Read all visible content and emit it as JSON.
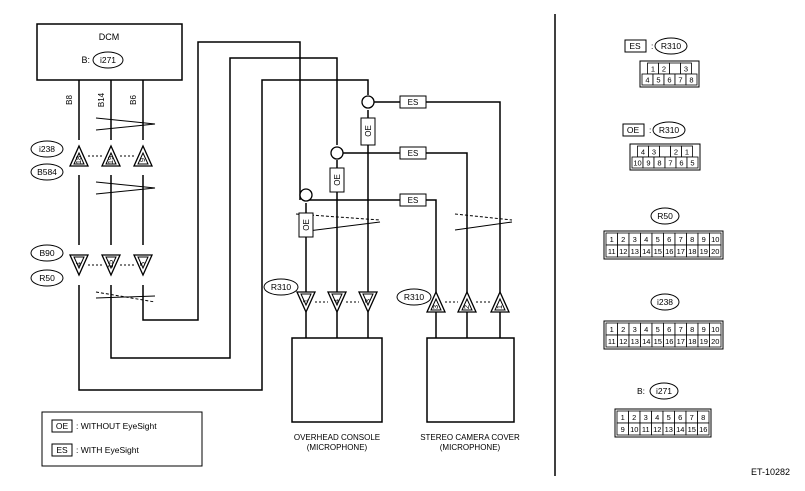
{
  "dcm": {
    "title": "DCM",
    "conn_prefix": "B:",
    "conn_id": "i271"
  },
  "pin_labels": [
    "B8",
    "B14",
    "B6"
  ],
  "connectors_left": {
    "i238": "i238",
    "b584": "B584",
    "b90": "B90",
    "r50": "R50"
  },
  "i238_pins": [
    "18",
    "19",
    "9"
  ],
  "r50_pins": [
    "4",
    "15",
    "5"
  ],
  "r310_label": "R310",
  "overhead_pins": [
    "1",
    "4",
    "3"
  ],
  "stereo_pins": [
    "3",
    "2",
    "1"
  ],
  "branch": {
    "oe": "OE",
    "es": "ES"
  },
  "overhead_console": {
    "line1": "OVERHEAD CONSOLE",
    "line2": "(MICROPHONE)"
  },
  "stereo_camera": {
    "line1": "STEREO CAMERA COVER",
    "line2": "(MICROPHONE)"
  },
  "legend": {
    "oe_code": "OE",
    "oe_text": ": WITHOUT EyeSight",
    "es_code": "ES",
    "es_text": ": WITH EyeSight"
  },
  "figure_id": "ET-10282",
  "right_panel": {
    "es_code": "ES",
    "oe_code": "OE",
    "r310": "R310",
    "r50": "R50",
    "i238": "i238",
    "i271": "i271",
    "b_prefix": "B:",
    "es_r310_rows": [
      [
        "1",
        "2",
        "",
        "3"
      ],
      [
        "4",
        "5",
        "6",
        "7",
        "8"
      ]
    ],
    "oe_r310_rows": [
      [
        "4",
        "3",
        "",
        "2",
        "1"
      ],
      [
        "10",
        "9",
        "8",
        "7",
        "6",
        "5"
      ]
    ],
    "r50_rows": [
      [
        "1",
        "2",
        "3",
        "4",
        "5",
        "6",
        "7",
        "8",
        "9",
        "10"
      ],
      [
        "11",
        "12",
        "13",
        "14",
        "15",
        "16",
        "17",
        "18",
        "19",
        "20"
      ]
    ],
    "i238_rows": [
      [
        "1",
        "2",
        "3",
        "4",
        "5",
        "6",
        "7",
        "8",
        "9",
        "10"
      ],
      [
        "11",
        "12",
        "13",
        "14",
        "15",
        "16",
        "17",
        "18",
        "19",
        "20"
      ]
    ],
    "i271_rows": [
      [
        "1",
        "2",
        "3",
        "4",
        "5",
        "6",
        "7",
        "8"
      ],
      [
        "9",
        "10",
        "11",
        "12",
        "13",
        "14",
        "15",
        "16"
      ]
    ]
  }
}
